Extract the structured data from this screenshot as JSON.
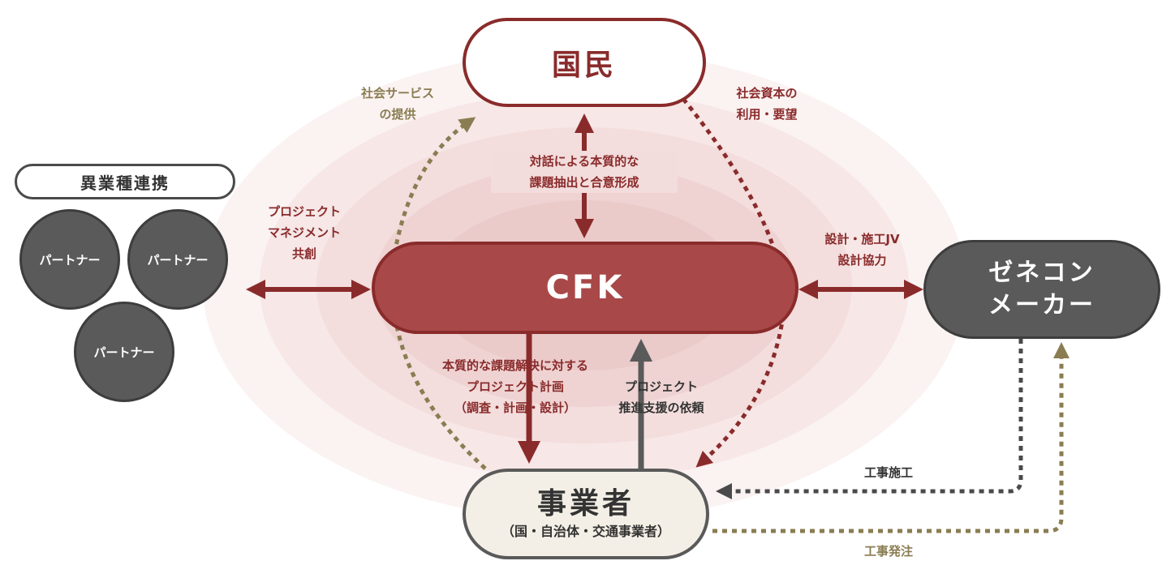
{
  "nodes": {
    "kokumin": "国民",
    "cfk": "CFK",
    "jigyousha": {
      "title": "事業者",
      "subtitle": "（国・自治体・交通事業者）"
    },
    "zenecon": {
      "line1": "ゼネコン",
      "line2": "メーカー"
    },
    "partnership": {
      "header": "異業種連携",
      "partners": [
        "パートナー",
        "パートナー",
        "パートナー"
      ]
    }
  },
  "labels": {
    "social_service": [
      "社会サービス",
      "の提供"
    ],
    "social_capital": [
      "社会資本の",
      "利用・要望"
    ],
    "dialogue": [
      "対話による本質的な",
      "課題抽出と合意形成"
    ],
    "project_mgmt": [
      "プロジェクト",
      "マネジメント",
      "共創"
    ],
    "design_jv": [
      "設計・施工JV",
      "設計協力"
    ],
    "planning": [
      "本質的な課題解決に対する",
      "プロジェクト計画",
      "（調査・計画・設計）"
    ],
    "support_request": [
      "プロジェクト",
      "推進支援の依頼"
    ],
    "construction": "工事施工",
    "order": "工事発注"
  },
  "colors": {
    "red": "#8a2b2b",
    "cfk_fill": "#a94848",
    "olive": "#8a7d52",
    "dark_gray": "#4a4a4a",
    "gray": "#5a5a5a"
  }
}
